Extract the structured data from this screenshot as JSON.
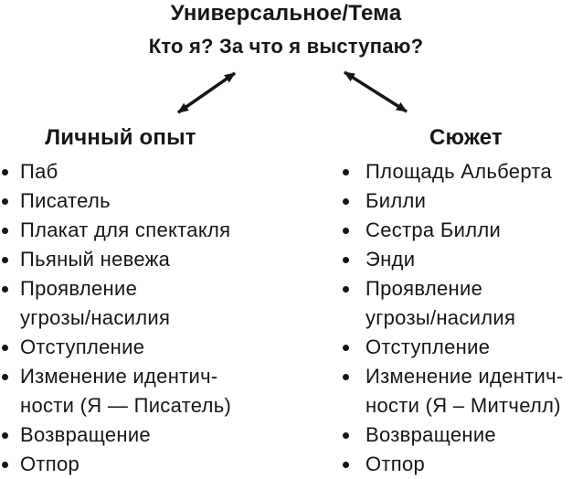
{
  "title": "Универсальное/Тема",
  "subtitle": "Кто я? За что я выступаю?",
  "columns": [
    {
      "header": "Личный опыт",
      "items": [
        "Паб",
        "Писатель",
        "Плакат для спектакля",
        "Пьяный невежа",
        "Проявление\nугрозы/насилия",
        "Отступление",
        "Изменение идентич-\nности (Я — Писатель)",
        "Возвращение",
        "Отпор"
      ]
    },
    {
      "header": "Сюжет",
      "items": [
        "Площадь Альберта",
        "Билли",
        "Сестра Билли",
        "Энди",
        "Проявление\nугрозы/насилия",
        "Отступление",
        "Изменение идентич-\nности (Я – Митчелл)",
        "Возвращение",
        "Отпор"
      ]
    }
  ],
  "icons": {
    "bullet": "•",
    "left_connector": "double-headed-arrow",
    "right_connector": "double-headed-arrow"
  },
  "colors": {
    "text": "#161616",
    "background": "#ffffff"
  }
}
